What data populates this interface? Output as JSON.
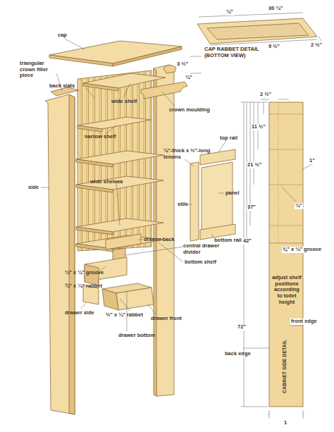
{
  "diagram": {
    "labels": [
      "cap",
      "triangular crown filler piece",
      "back slats",
      "wide shelf",
      "narrow shelf",
      "crown moulding",
      "side",
      "top rail",
      "¼\"-thick x ½\"-long tenons",
      "stile",
      "panel",
      "wide shelves",
      "bottom rail",
      "central drawer divider",
      "drawer back",
      "bottom shelf",
      "¼\" x ¼\" groove",
      "¾\" x ¼\" rabbet",
      "drawer side",
      "drawer bottom",
      "½\" x ¼\" rabbet",
      "drawer front",
      "CAP RABBET DETAIL (BOTTOM VIEW)",
      "3 ½\"",
      "¼\"",
      "¼\"",
      "30 ¼\"",
      "2 ½\"",
      "9 ½\"",
      "2 ½\"",
      "11 ½\"",
      "21 ½\"",
      "37\"",
      "42\"",
      "72\"",
      "1\"",
      "¼\"",
      "⅜\" x ¼\" groove",
      "adjust shelf positions according to toilet height",
      "front edge",
      "back edge",
      "CABINET SIDE DETAIL",
      "1"
    ]
  }
}
